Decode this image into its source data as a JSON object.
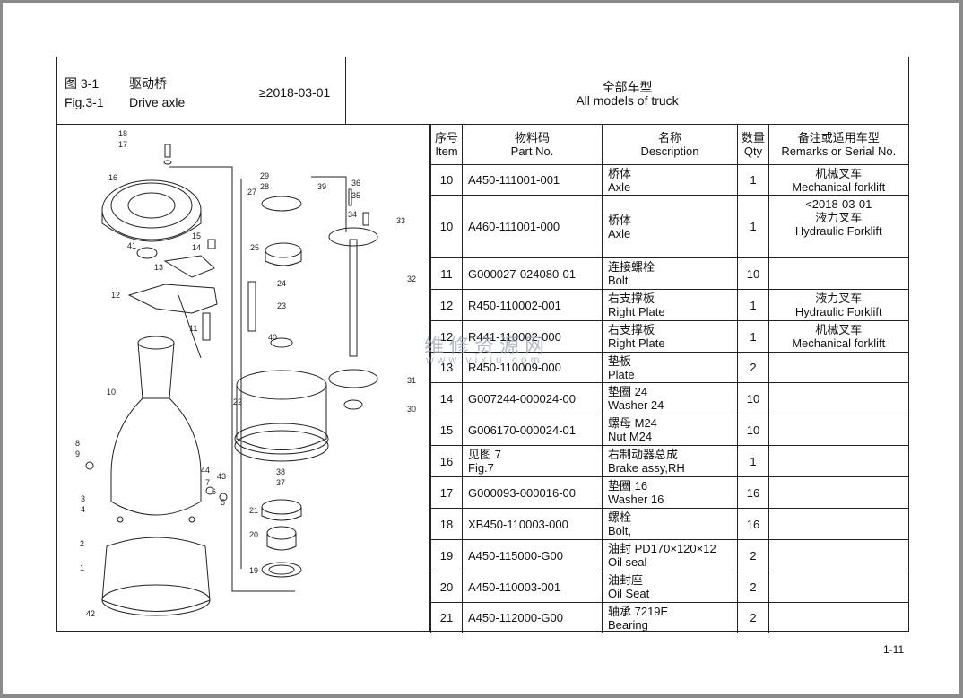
{
  "header": {
    "fig_zh": "图 3-1",
    "fig_en": "Fig.3-1",
    "title_zh": "驱动桥",
    "title_en": "Drive axle",
    "date": "≥2018-03-01",
    "models_zh": "全部车型",
    "models_en": "All models of truck"
  },
  "table": {
    "headers": {
      "item_zh": "序号",
      "item_en": "Item",
      "part_zh": "物料码",
      "part_en": "Part No.",
      "desc_zh": "名称",
      "desc_en": "Description",
      "qty_zh": "数量",
      "qty_en": "Qty",
      "remarks_zh": "备注或适用车型",
      "remarks_en": "Remarks or Serial No."
    },
    "rows": [
      {
        "item": "10",
        "part": "A450-111001-001",
        "desc_zh": "桥体",
        "desc_en": "Axle",
        "qty": "1",
        "r1": "机械叉车",
        "r2": "Mechanical forklift",
        "r3": ""
      },
      {
        "item": "10",
        "part": "A460-111001-000",
        "desc_zh": "桥体",
        "desc_en": "Axle",
        "qty": "1",
        "r1": "<2018-03-01",
        "r2": "液力叉车",
        "r3": "Hydraulic Forklift"
      },
      {
        "item": "11",
        "part": "G000027-024080-01",
        "desc_zh": "连接螺栓",
        "desc_en": "Bolt",
        "qty": "10",
        "r1": "",
        "r2": "",
        "r3": ""
      },
      {
        "item": "12",
        "part": "R450-110002-001",
        "desc_zh": "右支撑板",
        "desc_en": "Right Plate",
        "qty": "1",
        "r1": "液力叉车",
        "r2": "Hydraulic Forklift",
        "r3": ""
      },
      {
        "item": "12",
        "part": "R441-110002-000",
        "desc_zh": "右支撑板",
        "desc_en": "Right Plate",
        "qty": "1",
        "r1": "机械叉车",
        "r2": "Mechanical forklift",
        "r3": ""
      },
      {
        "item": "13",
        "part": "R450-110009-000",
        "desc_zh": "垫板",
        "desc_en": "Plate",
        "qty": "2",
        "r1": "",
        "r2": "",
        "r3": ""
      },
      {
        "item": "14",
        "part": "G007244-000024-00",
        "desc_zh": "垫圈  24",
        "desc_en": "Washer 24",
        "qty": "10",
        "r1": "",
        "r2": "",
        "r3": ""
      },
      {
        "item": "15",
        "part": "G006170-000024-01",
        "desc_zh": "螺母  M24",
        "desc_en": "Nut M24",
        "qty": "10",
        "r1": "",
        "r2": "",
        "r3": ""
      },
      {
        "item": "16",
        "part": "见图 7",
        "part2": "Fig.7",
        "desc_zh": "右制动器总成",
        "desc_en": "Brake assy,RH",
        "qty": "1",
        "r1": "",
        "r2": "",
        "r3": ""
      },
      {
        "item": "17",
        "part": "G000093-000016-00",
        "desc_zh": "垫圈 16",
        "desc_en": "Washer 16",
        "qty": "16",
        "r1": "",
        "r2": "",
        "r3": ""
      },
      {
        "item": "18",
        "part": "XB450-110003-000",
        "desc_zh": "螺栓",
        "desc_en": "Bolt,",
        "qty": "16",
        "r1": "",
        "r2": "",
        "r3": ""
      },
      {
        "item": "19",
        "part": "A450-115000-G00",
        "desc_zh": "油封 PD170×120×12",
        "desc_en": "Oil seal",
        "qty": "2",
        "r1": "",
        "r2": "",
        "r3": ""
      },
      {
        "item": "20",
        "part": "A450-110003-001",
        "desc_zh": "油封座",
        "desc_en": "Oil Seat",
        "qty": "2",
        "r1": "",
        "r2": "",
        "r3": ""
      },
      {
        "item": "21",
        "part": "A450-112000-G00",
        "desc_zh": "轴承 7219E",
        "desc_en": "Bearing",
        "qty": "2",
        "r1": "",
        "r2": "",
        "r3": ""
      }
    ]
  },
  "diagram": {
    "callouts": [
      "17",
      "18",
      "16",
      "41",
      "14",
      "15",
      "13",
      "12",
      "11",
      "10",
      "8",
      "9",
      "3",
      "4",
      "2",
      "1",
      "42",
      "44",
      "43",
      "7",
      "6",
      "5",
      "27",
      "28",
      "29",
      "39",
      "36",
      "35",
      "34",
      "33",
      "25",
      "24",
      "23",
      "40",
      "32",
      "22",
      "31",
      "30",
      "38",
      "37",
      "21",
      "20",
      "19"
    ]
  },
  "watermark": {
    "text": "维修资源网",
    "url": "www.vixiu.com"
  },
  "page_number": "1-11"
}
